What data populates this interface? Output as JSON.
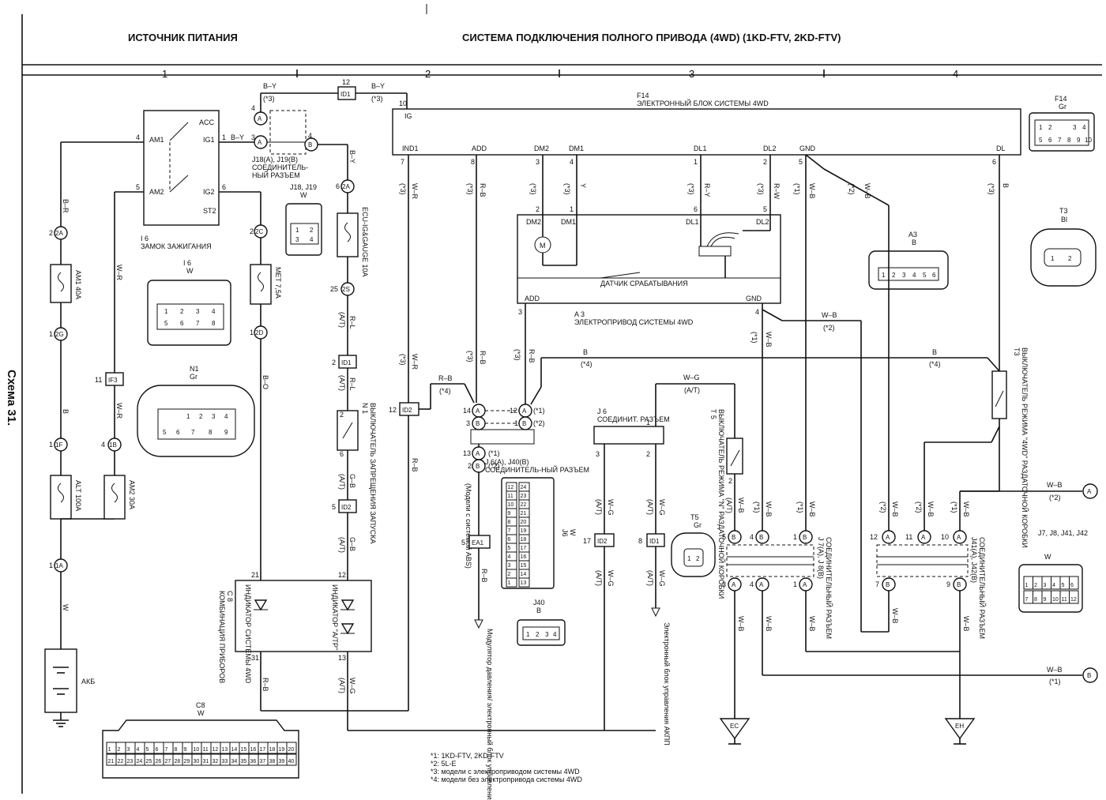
{
  "header": {
    "left_title": "ИСТОЧНИК ПИТАНИЯ",
    "right_title": "СИСТЕМА ПОДКЛЮЧЕНИЯ ПОЛНОГО ПРИВОДА (4WD) (1KD-FTV, 2KD-FTV)",
    "columns": [
      "1",
      "2",
      "3",
      "4"
    ]
  },
  "side_title": "Схема 31.",
  "components": {
    "ecu": {
      "id": "F14",
      "name": "ЭЛЕКТРОННЫЙ БЛОК СИСТЕМЫ 4WD",
      "pins": [
        "IG",
        "IND1",
        "ADD",
        "DM2",
        "DM1",
        "DL1",
        "DL2",
        "GND",
        "DL"
      ]
    },
    "ecu_conn": {
      "id": "F14",
      "color": "Gr",
      "pins": [
        "1",
        "2",
        "3",
        "4",
        "5",
        "6",
        "7",
        "8",
        "9",
        "10"
      ]
    },
    "actuator": {
      "id": "A 3",
      "name": "ЭЛЕКТРОПРИВОД СИСТЕМЫ 4WD",
      "pins": [
        "DM2",
        "DM1",
        "DL1",
        "DL2",
        "ADD",
        "GND"
      ],
      "switch_label": "ДАТЧИК СРАБАТЫВАНИЯ"
    },
    "actuator_conn": {
      "id": "A3",
      "color": "B",
      "pins": [
        "1",
        "2",
        "3",
        "4",
        "5",
        "6"
      ]
    },
    "ignition": {
      "id": "I 6",
      "name": "ЗАМОК ЗАЖИГАНИЯ",
      "pins": [
        "ACC",
        "AM1",
        "IG1",
        "AM2",
        "IG2",
        "ST2"
      ]
    },
    "ignition_conn": {
      "id": "I 6",
      "color": "W",
      "pins": [
        "1",
        "2",
        "3",
        "4",
        "5",
        "6",
        "7",
        "8"
      ]
    },
    "n1_conn": {
      "id": "N1",
      "color": "Gr",
      "pins": [
        "1",
        "2",
        "3",
        "4",
        "5",
        "6",
        "7",
        "8",
        "9"
      ]
    },
    "j18": {
      "id": "J18(A), J19(B)",
      "name": "СОЕДИНИТЕЛЬНЫЙ РАЗЪЕМ",
      "name_l1": "СОЕДИНИТЕЛЬ-",
      "name_l2": "НЫЙ РАЗЪЕМ"
    },
    "j18_conn": {
      "id": "J18, J19",
      "color": "W",
      "pins": [
        "1",
        "2",
        "3",
        "4"
      ]
    },
    "t3": {
      "id": "T3",
      "name": "ВЫКЛЮЧАТЕЛЬ РЕЖИМА \"4WD\" РАЗДАТОЧНОЙ КОРОБКИ"
    },
    "t3_conn": {
      "id": "T3",
      "color": "Bl",
      "pins": [
        "1",
        "2"
      ]
    },
    "t5": {
      "id": "T 5",
      "name": "ВЫКЛЮЧАТЕЛЬ РЕЖИМА \"N\" РАЗДАТОЧНОЙ КОРОБКИ"
    },
    "t5_conn": {
      "id": "T5",
      "color": "Gr",
      "pins": [
        "1",
        "2"
      ]
    },
    "n1_switch": {
      "id": "N 1",
      "name": "ВЫКЛЮЧАТЕЛЬ ЗАПРЕЩЕНИЯ ЗАПУСКА"
    },
    "j6": {
      "id": "J 6",
      "name": "СОЕДИНИТ. РАЗЪЕМ"
    },
    "j6_conn": {
      "id": "J6",
      "color": "W"
    },
    "j40_conn": {
      "id": "J40",
      "color": "B",
      "pins": [
        "1",
        "2",
        "3",
        "4"
      ]
    },
    "j6_j40": {
      "id": "J 6(A), J40(B)",
      "name": "СОЕДИНИТЕЛЬ-НЫЙ РАЗЪЕМ"
    },
    "j7j8": {
      "id": "J 7(A), J 8(B)",
      "name": "СОЕДИНИТЕЛЬНЫЙ РАЗЪЕМ"
    },
    "j41j42": {
      "id": "J41(A), J42(B)",
      "name": "СОЕДИНИТЕЛЬНЫЙ РАЗЪЕМ"
    },
    "j7_conn": {
      "id": "J7, J8, J41, J42",
      "color": "W",
      "pins": [
        "1",
        "2",
        "3",
        "4",
        "5",
        "6",
        "7",
        "8",
        "9",
        "10",
        "11",
        "12"
      ]
    },
    "c8": {
      "id": "C 8",
      "name": "КОМБИНАЦИЯ ПРИБОРОВ",
      "ind1": "ИНДИКАТОР СИСТЕМЫ 4WD",
      "ind2": "ИНДИКАТОР \"A/TP\""
    },
    "c8_conn": {
      "id": "C8",
      "color": "W",
      "pins_row1": [
        "1",
        "2",
        "3",
        "4",
        "5",
        "6",
        "7",
        "8",
        "9",
        "10",
        "11",
        "12",
        "13",
        "14",
        "15",
        "16",
        "17",
        "18",
        "19",
        "20"
      ],
      "pins_row2": [
        "21",
        "22",
        "23",
        "24",
        "25",
        "26",
        "27",
        "28",
        "29",
        "30",
        "31",
        "32",
        "33",
        "34",
        "35",
        "36",
        "37",
        "38",
        "39",
        "40"
      ]
    },
    "battery": {
      "name": "АКБ"
    },
    "fuses": [
      {
        "name": "AM1 40A"
      },
      {
        "name": "ALT 100A"
      },
      {
        "name": "AM2 30A"
      },
      {
        "name": "MET 7,5A"
      },
      {
        "name": "ECU-IG&GAUGE 10A"
      }
    ],
    "abs_note": "Модулятор давления/ электронный блок управления ABS",
    "abs_with": "(Модели с системой ABS)",
    "at_note": "Электронный блок управления АКПП",
    "grounds": [
      "EC",
      "EH"
    ]
  },
  "offsheet": [
    {
      "mark": "A",
      "wire": "W–B",
      "note": "(*2)"
    },
    {
      "mark": "B",
      "wire": "W–B",
      "note": "(*1)"
    }
  ],
  "connectors": [
    "2A",
    "1",
    "2G",
    "1F",
    "1A",
    "11",
    "IF3",
    "4",
    "1B",
    "2C",
    "2D",
    "6",
    "2A",
    "25",
    "2S",
    "12",
    "ID1",
    "2",
    "5",
    "ID2",
    "12",
    "ID2",
    "5",
    "EA1",
    "17",
    "ID2",
    "8",
    "ID1",
    "14",
    "12",
    "3",
    "1",
    "13",
    "2"
  ],
  "wires": {
    "b_y": "B–Y",
    "b_r": "B–R",
    "b": "B",
    "w": "W",
    "w_r": "W–R",
    "r_b": "R–B",
    "r_l": "R–L",
    "g_b": "G–B",
    "w_g": "W–G",
    "w_b": "W–B",
    "r_w": "R–W",
    "r_y": "R–Y",
    "y": "Y",
    "b_o": "B–O"
  },
  "notes": [
    "*1: 1KD-FTV, 2KD-FTV",
    "*2: 5L-E",
    "*3: модели с электроприводом системы 4WD",
    "*4: модели без электропривода системы 4WD"
  ]
}
